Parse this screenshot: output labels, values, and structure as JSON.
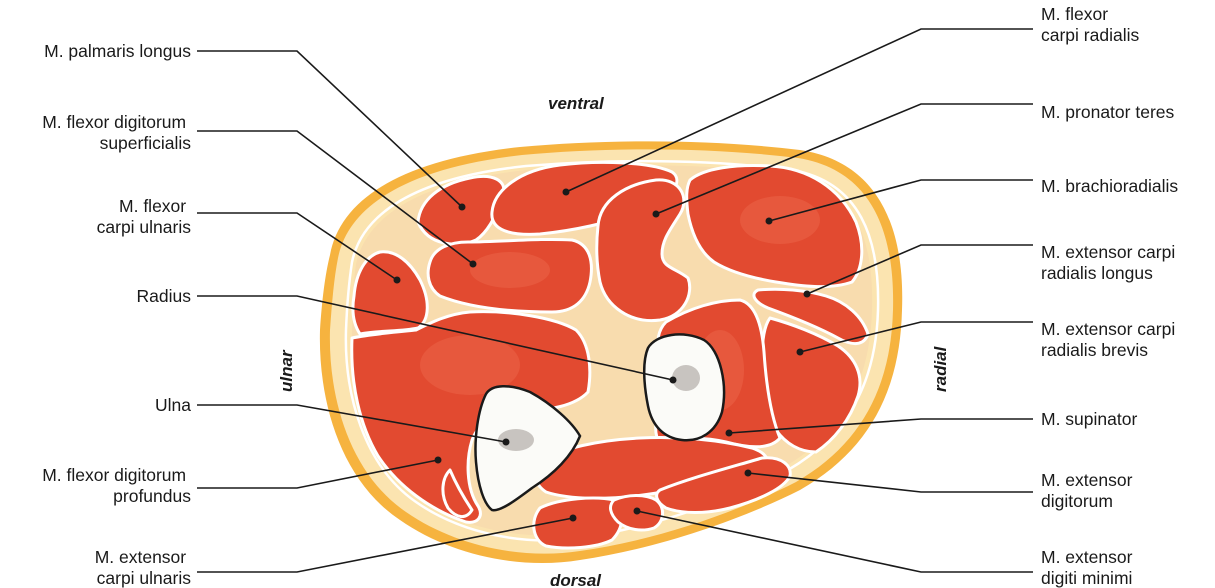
{
  "directions": {
    "ventral": "ventral",
    "dorsal": "dorsal",
    "ulnar": "ulnar",
    "radial": "radial"
  },
  "labels_left": [
    {
      "id": "palmaris-longus",
      "lines": [
        "M. palmaris longus"
      ]
    },
    {
      "id": "flexor-digitorum-superficialis",
      "lines": [
        "M. flexor digitorum",
        "superficialis"
      ]
    },
    {
      "id": "flexor-carpi-ulnaris",
      "lines": [
        "M. flexor",
        "carpi ulnaris"
      ]
    },
    {
      "id": "radius",
      "lines": [
        "Radius"
      ]
    },
    {
      "id": "ulna",
      "lines": [
        "Ulna"
      ]
    },
    {
      "id": "flexor-digitorum-profundus",
      "lines": [
        "M. flexor digitorum",
        "profundus"
      ]
    },
    {
      "id": "extensor-carpi-ulnaris",
      "lines": [
        "M. extensor",
        "carpi ulnaris"
      ]
    }
  ],
  "labels_right": [
    {
      "id": "flexor-carpi-radialis",
      "lines": [
        "M. flexor",
        "carpi radialis"
      ]
    },
    {
      "id": "pronator-teres",
      "lines": [
        "M. pronator teres"
      ]
    },
    {
      "id": "brachioradialis",
      "lines": [
        "M. brachioradialis"
      ]
    },
    {
      "id": "extensor-carpi-radialis-longus",
      "lines": [
        "M. extensor carpi",
        "radialis longus"
      ]
    },
    {
      "id": "extensor-carpi-radialis-brevis",
      "lines": [
        "M. extensor carpi",
        "radialis brevis"
      ]
    },
    {
      "id": "supinator",
      "lines": [
        "M. supinator"
      ]
    },
    {
      "id": "extensor-digitorum",
      "lines": [
        "M. extensor",
        "digitorum"
      ]
    },
    {
      "id": "extensor-digiti-minimi",
      "lines": [
        "M. extensor",
        "digiti minimi"
      ]
    }
  ],
  "colors": {
    "skin": "#f6b33f",
    "subcutis": "#fbe4b0",
    "interior": "#f8dcae",
    "muscle": "#e24a30",
    "bone": "#fbfbf8",
    "marrow": "#c8c4c0",
    "line": "#1a1a1a"
  }
}
